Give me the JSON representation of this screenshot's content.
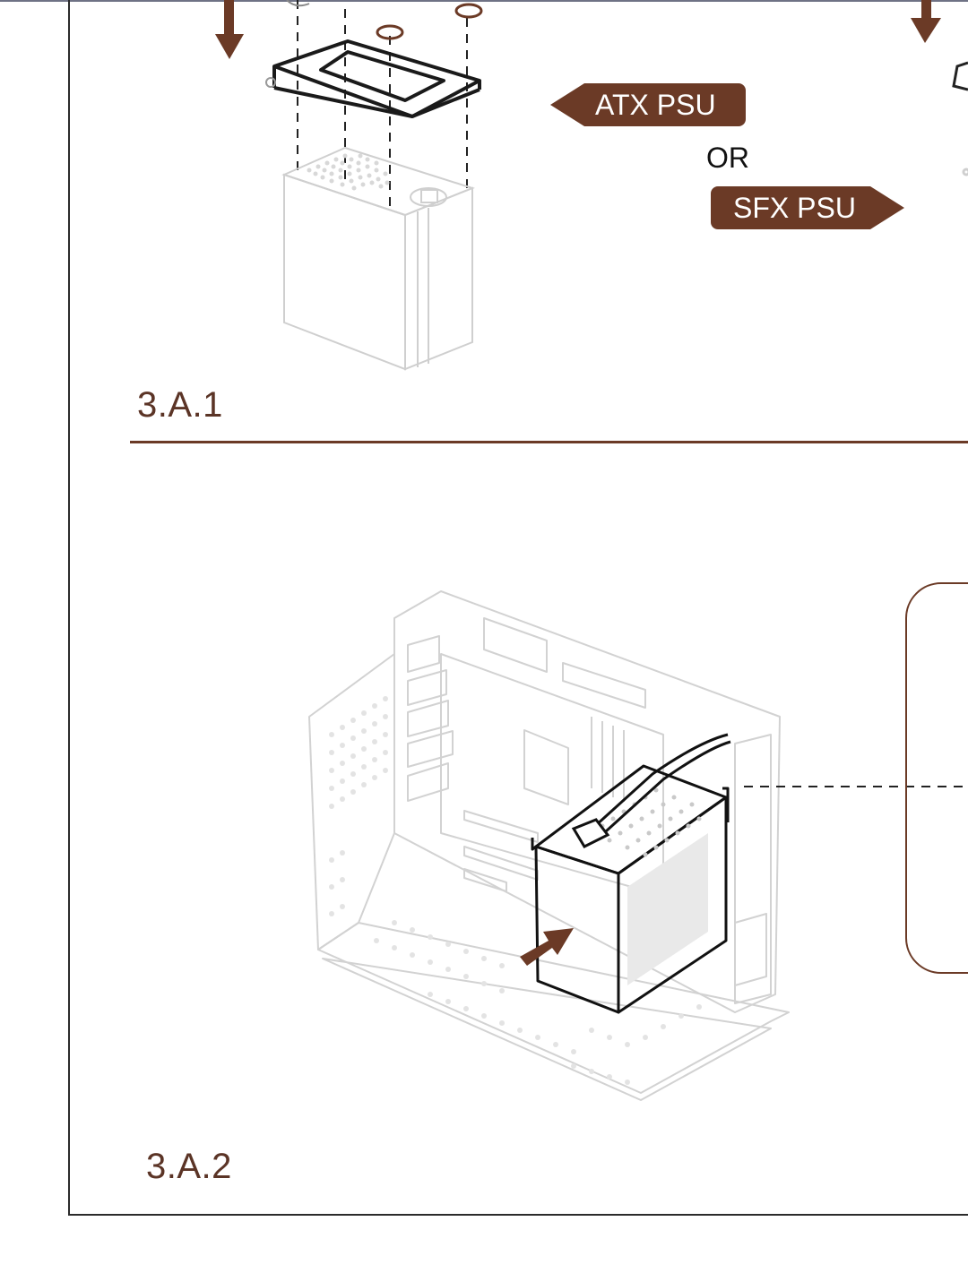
{
  "tags": {
    "atx_label": "ATX PSU",
    "or_label": "OR",
    "sfx_label": "SFX PSU"
  },
  "steps": {
    "step1_label": "3.A.1",
    "step2_label": "3.A.2"
  },
  "colors": {
    "accent_brown": "#6b3a26",
    "label_brown": "#5b3426",
    "line_art_gray": "#cfcfcf",
    "frame_dark": "#2b2b2b"
  },
  "icons": {
    "down_arrow": "down-arrow-icon",
    "insert_arrow": "insert-arrow-icon",
    "retaining_clip": "retaining-clip-icon"
  }
}
